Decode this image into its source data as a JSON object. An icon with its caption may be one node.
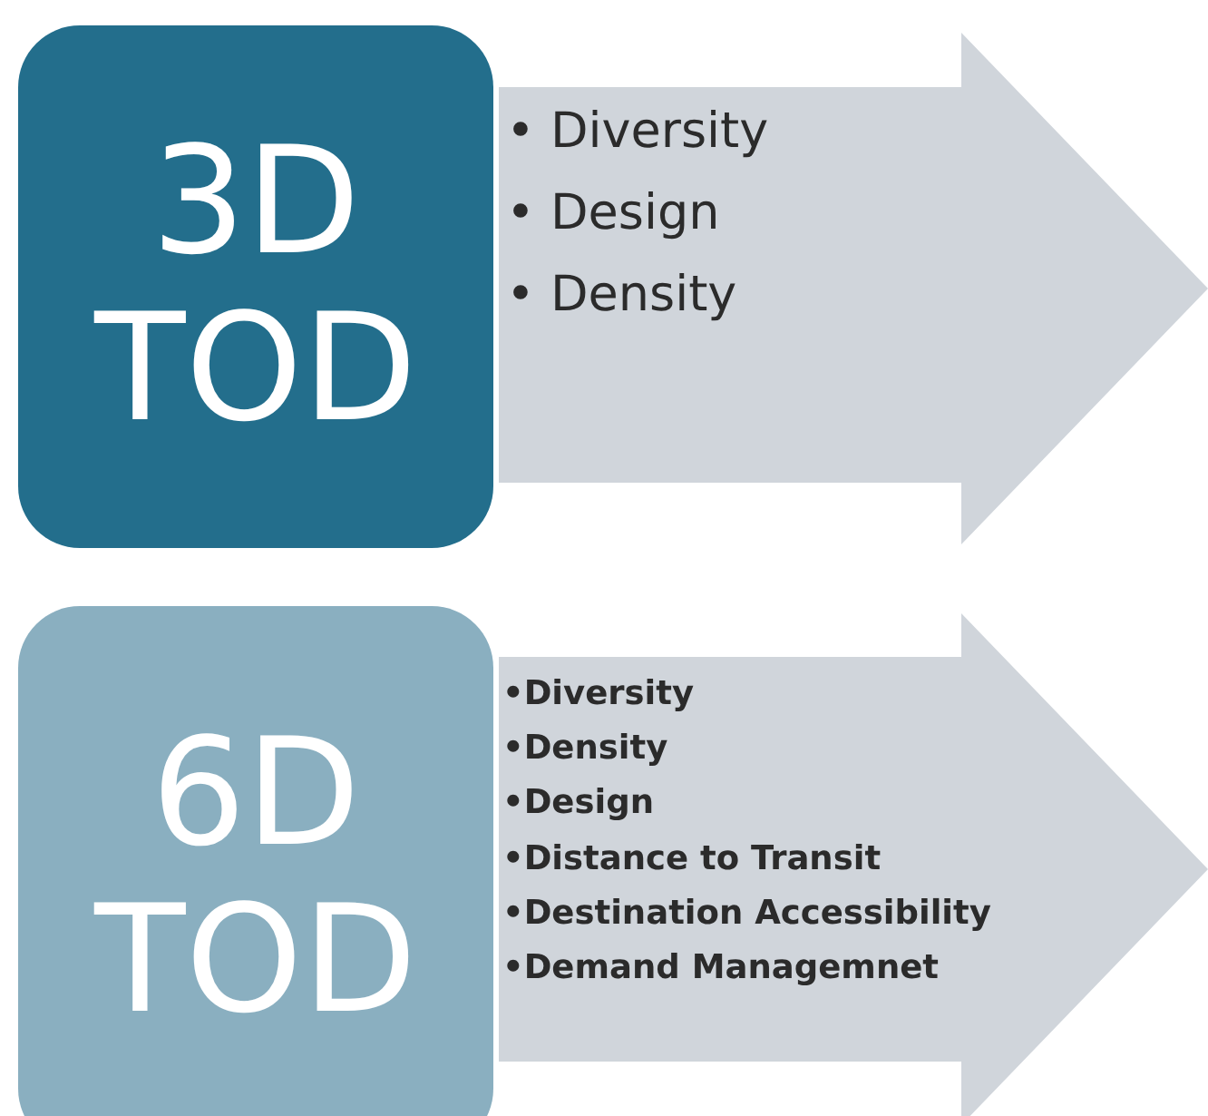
{
  "diagram": {
    "nodes": [
      {
        "text": [
          "3D TOD"
        ]
      },
      {
        "text": [
          "• Diversity",
          "• Design",
          "• Density"
        ]
      },
      {
        "text": [
          "6D TOD"
        ]
      },
      {
        "text": [
          "•Diversity",
          "•Density",
          "•Design",
          "•Distance to Transit",
          "•Destination Accessibility",
          "•Demand Managemnet"
        ]
      }
    ]
  }
}
